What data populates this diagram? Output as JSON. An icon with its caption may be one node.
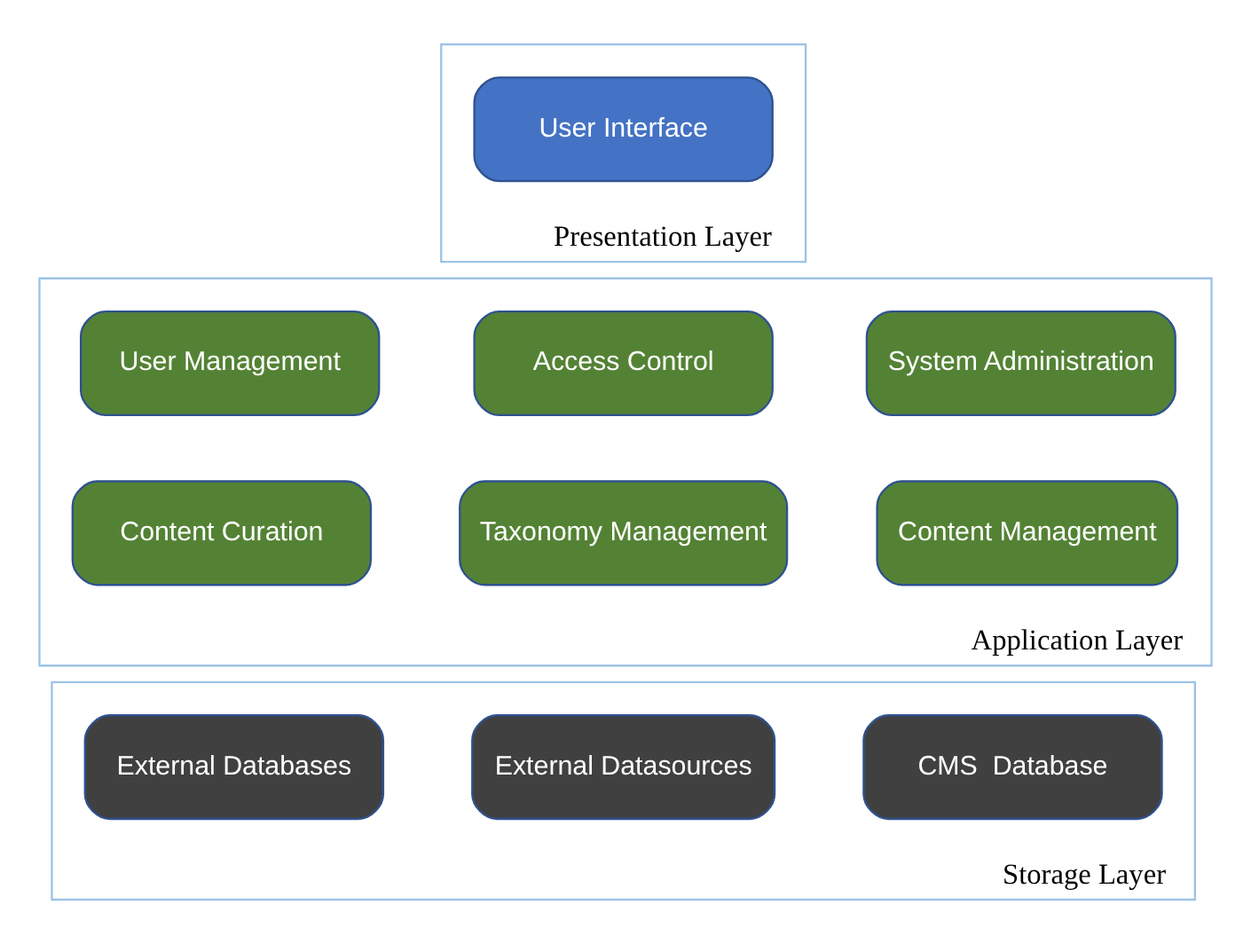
{
  "diagram": {
    "nodes": [
      {
        "text": [
          "Presentation Layer"
        ]
      },
      {
        "text": [
          "User Interface"
        ],
        "in": 0
      },
      {
        "text": [
          "Application Layer"
        ]
      },
      {
        "text": [
          "System Administration"
        ],
        "in": 2
      },
      {
        "text": [
          "Access Control"
        ],
        "in": 2
      },
      {
        "text": [
          "User Management"
        ],
        "in": 2
      },
      {
        "text": [
          "Content Management"
        ],
        "in": 2
      },
      {
        "text": [
          "Taxonomy Management"
        ],
        "in": 2
      },
      {
        "text": [
          "Content Curation"
        ],
        "in": 2
      },
      {
        "text": [
          "Storage Layer"
        ]
      },
      {
        "text": [
          "External Databases"
        ],
        "in": 9
      },
      {
        "text": [
          "CMS  Database"
        ],
        "in": 9
      },
      {
        "text": [
          "External Datasources"
        ],
        "in": 9
      }
    ]
  }
}
